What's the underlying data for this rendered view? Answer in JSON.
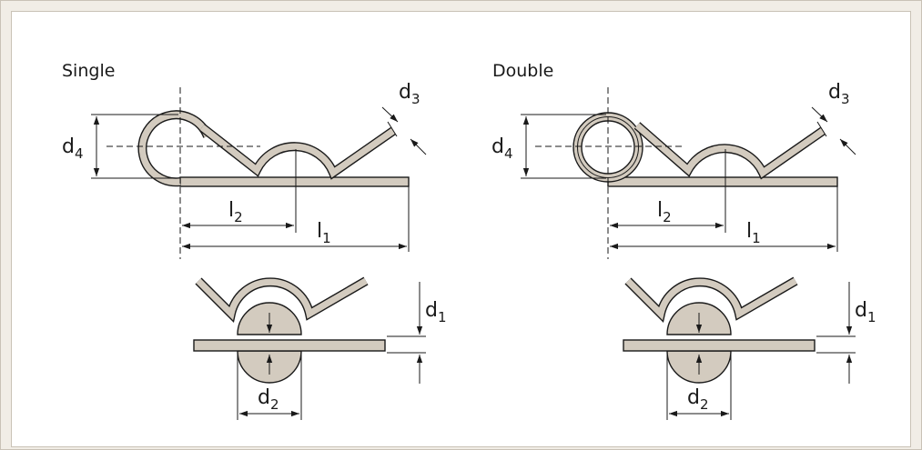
{
  "variants": [
    {
      "title": "Single"
    },
    {
      "title": "Double"
    }
  ],
  "dimensions": {
    "d1": {
      "base": "d",
      "sub": "1"
    },
    "d2": {
      "base": "d",
      "sub": "2"
    },
    "d3": {
      "base": "d",
      "sub": "3"
    },
    "d4": {
      "base": "d",
      "sub": "4"
    },
    "l1": {
      "base": "l",
      "sub": "1"
    },
    "l2": {
      "base": "l",
      "sub": "2"
    }
  },
  "colors": {
    "part_fill": "#d3cbbf",
    "line": "#1a1a1a",
    "background": "#ffffff",
    "frame": "#f1ede6"
  }
}
